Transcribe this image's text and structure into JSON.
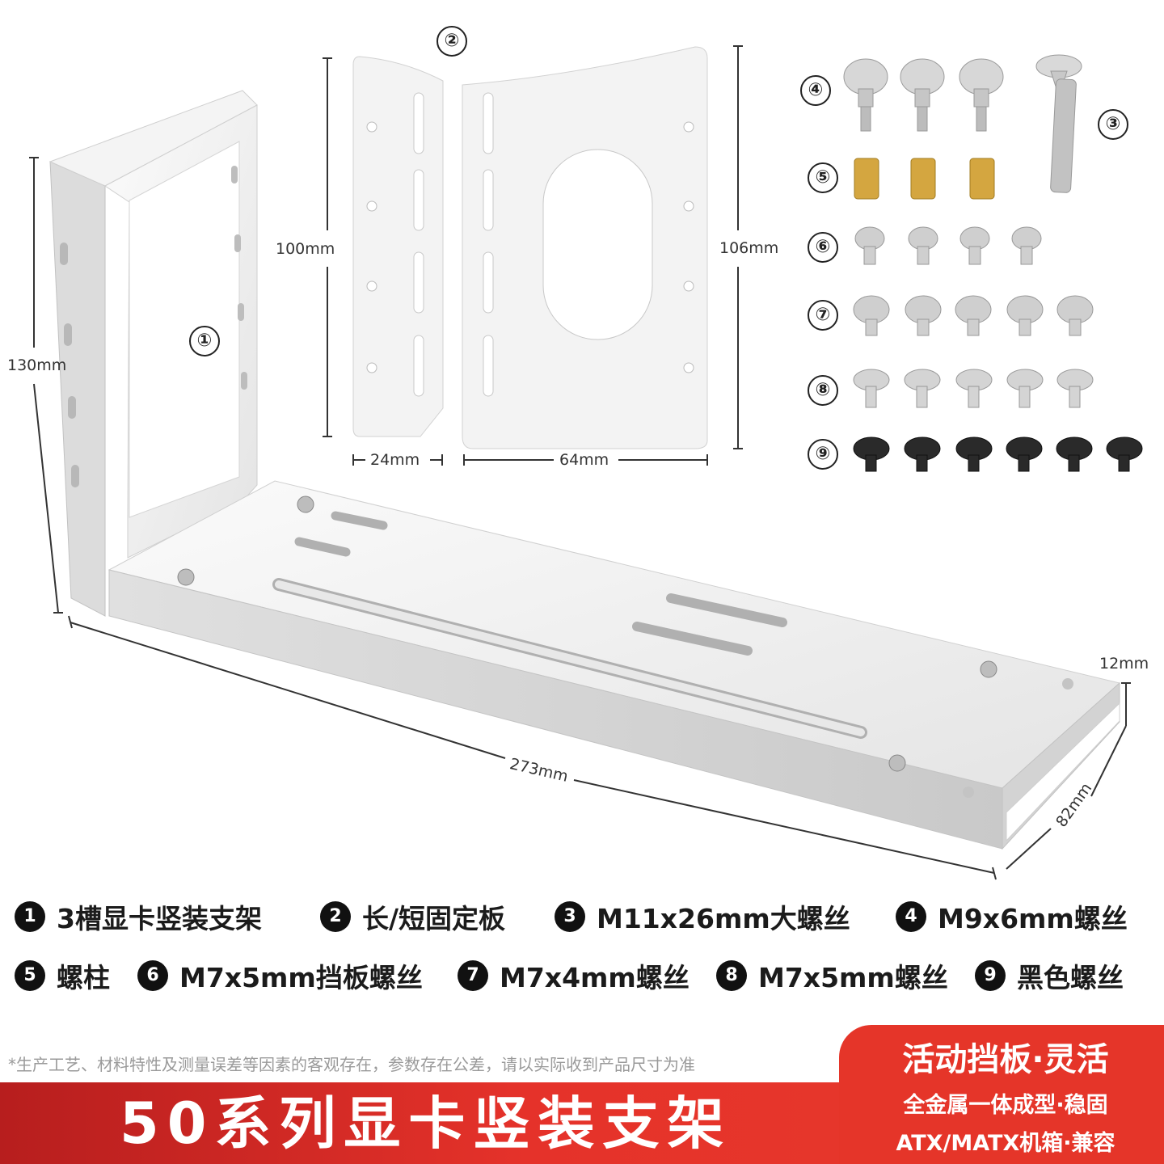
{
  "dimensions": {
    "frame_height": "130mm",
    "long_plate_height": "100mm",
    "short_plate_height": "106mm",
    "long_plate_width": "24mm",
    "short_plate_width": "64mm",
    "base_length": "273mm",
    "base_width": "82mm",
    "base_thickness": "12mm"
  },
  "callouts": [
    "①",
    "②",
    "③",
    "④",
    "⑤",
    "⑥",
    "⑦",
    "⑧",
    "⑨"
  ],
  "hardware_rows": [
    {
      "mark": "④",
      "count": 3,
      "kind": "knurled-thumb-screw",
      "color": "#c8c8c8"
    },
    {
      "mark": "⑤",
      "count": 3,
      "kind": "brass-standoff",
      "color": "#d4a640"
    },
    {
      "mark": "⑥",
      "count": 4,
      "kind": "pan-head-screw",
      "color": "#c8c8c8"
    },
    {
      "mark": "⑦",
      "count": 5,
      "kind": "hex-washer-screw",
      "color": "#c8c8c8"
    },
    {
      "mark": "⑧",
      "count": 5,
      "kind": "washer-head-screw",
      "color": "#cfcfcf"
    },
    {
      "mark": "⑨",
      "count": 6,
      "kind": "black-screw",
      "color": "#2a2a2a"
    }
  ],
  "legend": [
    {
      "num": "1",
      "text": "3槽显卡竖装支架"
    },
    {
      "num": "2",
      "text": "长/短固定板"
    },
    {
      "num": "3",
      "text": "M11x26mm大螺丝"
    },
    {
      "num": "4",
      "text": "M9x6mm螺丝"
    },
    {
      "num": "5",
      "text": "螺柱"
    },
    {
      "num": "6",
      "text": "M7x5mm挡板螺丝"
    },
    {
      "num": "7",
      "text": "M7x4mm螺丝"
    },
    {
      "num": "8",
      "text": "M7x5mm螺丝"
    },
    {
      "num": "9",
      "text": "黑色螺丝"
    }
  ],
  "disclaimer": "*生产工艺、材料特性及测量误差等因素的客观存在，参数存在公差，请以实际收到产品尺寸为准",
  "headline": "50系列显卡竖装支架",
  "badge": {
    "line1": "活动挡板·灵活",
    "line2": "全金属一体成型·稳固",
    "line3": "ATX/MATX机箱·兼容"
  },
  "colors": {
    "accent_red": "#e53529",
    "metal_white": "#f2f2f2",
    "brass": "#d4a640"
  }
}
